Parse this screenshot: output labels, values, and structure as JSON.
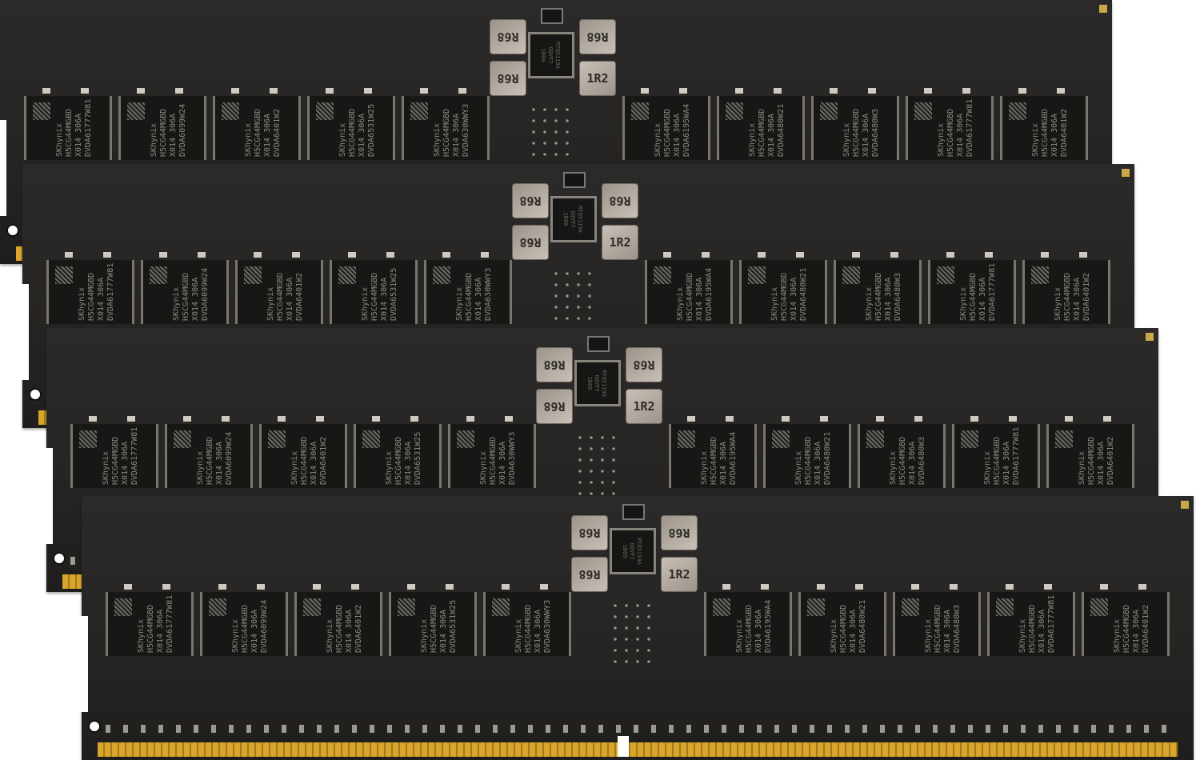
{
  "image": {
    "description_labels": [
      "R68",
      "R68",
      "R68",
      "1R2"
    ],
    "module_count": 4,
    "modules": [
      {
        "inductors": [
          "R68",
          "R68",
          "R68",
          "1R2"
        ],
        "pmic_text": [
          "RTQ5119A",
          "GQVF7",
          "1B09"
        ],
        "chips": [
          [
            "SKhynix",
            "H5CG44MGBD",
            "X014 306A",
            "DVDA61777W81"
          ],
          [
            "SKhynix",
            "H5CG44MGBD",
            "X014 306A",
            "DVDA6099W24"
          ],
          [
            "SKhynix",
            "H5CG44MGBD",
            "X014 306A",
            "DVDA6401W2"
          ],
          [
            "SKhynix",
            "H5CG44MGBD",
            "X014 306A",
            "DVDA6531W25"
          ],
          [
            "SKhynix",
            "H5CG44MGBD",
            "X014 306A",
            "DVDA630WWY3"
          ],
          [
            "SKhynix",
            "H5CG44MGBD",
            "X014 306A",
            "DVDA6195WA4"
          ],
          [
            "SKhynix",
            "H5CG44MGBD",
            "X014 306A",
            "DVDA6480W21"
          ],
          [
            "SKhynix",
            "H5CG44MGBD",
            "X014 306A",
            "DVDA6480W3"
          ],
          [
            "SKhynix",
            "H5CG44MGBD",
            "X014 306A",
            "DVDA61777W81"
          ],
          [
            "SKhynix",
            "H5CG44MGBD",
            "X014 306A",
            "DVDA6401W2"
          ]
        ]
      }
    ],
    "colors": {
      "pcb": "#262523",
      "gold": "#d9a52a",
      "inductor": "#b8b0a6",
      "background": "#ffffff"
    }
  }
}
